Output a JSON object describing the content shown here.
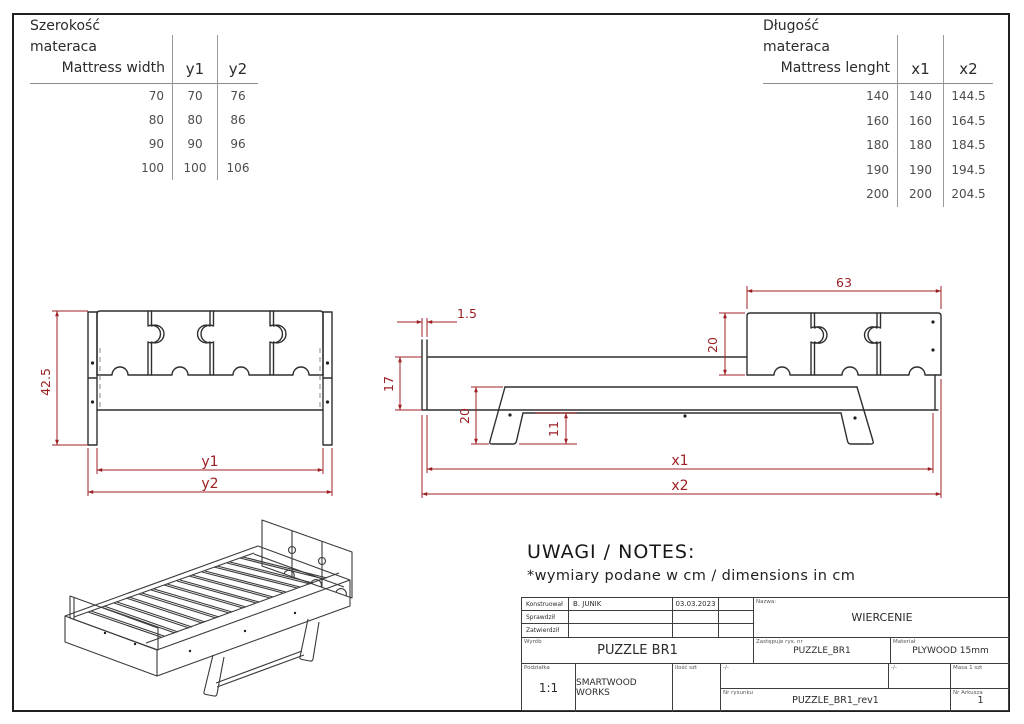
{
  "page": {
    "background": "#ffffff",
    "line_color": "#2f2f2f",
    "dimension_color": "#9d2024"
  },
  "width_table": {
    "title_line1": "Szerokość materaca",
    "title_line2": "Mattress width",
    "col1": "y1",
    "col2": "y2",
    "rows": [
      [
        "70",
        "70",
        "76"
      ],
      [
        "80",
        "80",
        "86"
      ],
      [
        "90",
        "90",
        "96"
      ],
      [
        "100",
        "100",
        "106"
      ]
    ]
  },
  "length_table": {
    "title_line1": "Długość materaca",
    "title_line2": "Mattress lenght",
    "col1": "x1",
    "col2": "x2",
    "rows": [
      [
        "140",
        "140",
        "144.5"
      ],
      [
        "160",
        "160",
        "164.5"
      ],
      [
        "180",
        "180",
        "184.5"
      ],
      [
        "190",
        "190",
        "194.5"
      ],
      [
        "200",
        "200",
        "204.5"
      ]
    ]
  },
  "front_view": {
    "dims": {
      "total_height": "42.5",
      "inner_width": "y1",
      "outer_width": "y2"
    }
  },
  "side_view": {
    "dims": {
      "panel_thickness": "1.5",
      "rail_height": "17",
      "headboard_width": "63",
      "headboard_height": "20",
      "leg_height": "20",
      "stretcher_clearance": "11",
      "inner_length": "x1",
      "outer_length": "x2"
    }
  },
  "notes": {
    "title": "UWAGI / NOTES:",
    "body": "*wymiary podane w cm / dimensions in cm"
  },
  "title_block": {
    "row1_label": "Konstruował",
    "row1_value": "B. JUNIK",
    "row1_date": "03.03.2023",
    "row2_label": "Sprawdził",
    "row2_value": "",
    "row2_date": "",
    "row3_label": "Zatwierdził",
    "row3_value": "",
    "row3_date": "",
    "product_label": "Wyrób",
    "product": "PUZZLE BR1",
    "name_label": "Nazwa:",
    "name": "WIERCENIE",
    "replaces_label": "Zastępuje rys. nr",
    "replaces": "PUZZLE_BR1",
    "material_label": "Materiał",
    "material": "PLYWOOD 15mm",
    "scale_label": "Podziałka",
    "scale": "1:1",
    "company": "SMARTWOOD WORKS",
    "qty_label": "Ilość szt",
    "placeholder1": "-/-",
    "placeholder2": "-/-",
    "mass_label": "Masa 1 szt",
    "drawing_no_label": "Nr rysunku",
    "drawing_no": "PUZZLE_BR1_rev1",
    "sheet_label": "Nr Arkusza",
    "sheet": "1"
  }
}
